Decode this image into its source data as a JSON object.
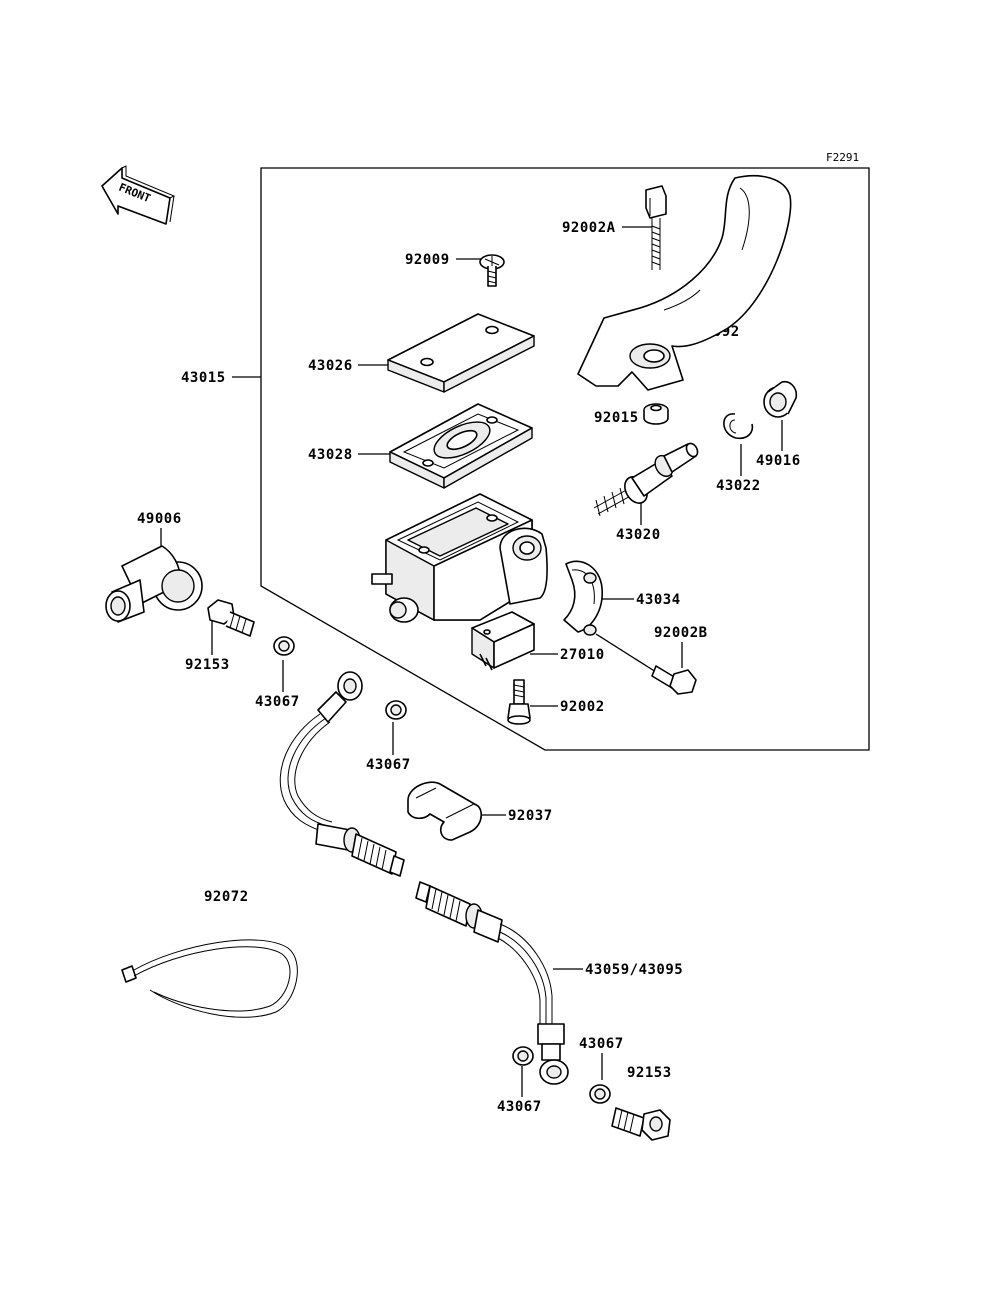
{
  "figure_code": "F2291",
  "front_arrow_label": "FRONT",
  "labels": {
    "l43015": "43015",
    "l92009": "92009",
    "l92002A": "92002A",
    "l46092": "46092",
    "l43026": "43026",
    "l43028": "43028",
    "l92015": "92015",
    "l43022": "43022",
    "l49016": "49016",
    "l43020": "43020",
    "l49006": "49006",
    "l43034": "43034",
    "l92002B": "92002B",
    "l27010": "27010",
    "l92153a": "92153",
    "l43067a": "43067",
    "l43067b": "43067",
    "l92002": "92002",
    "l92037": "92037",
    "l92072": "92072",
    "l43059": "43059/43095",
    "l43067c": "43067",
    "l92153b": "92153",
    "l43067d": "43067"
  }
}
